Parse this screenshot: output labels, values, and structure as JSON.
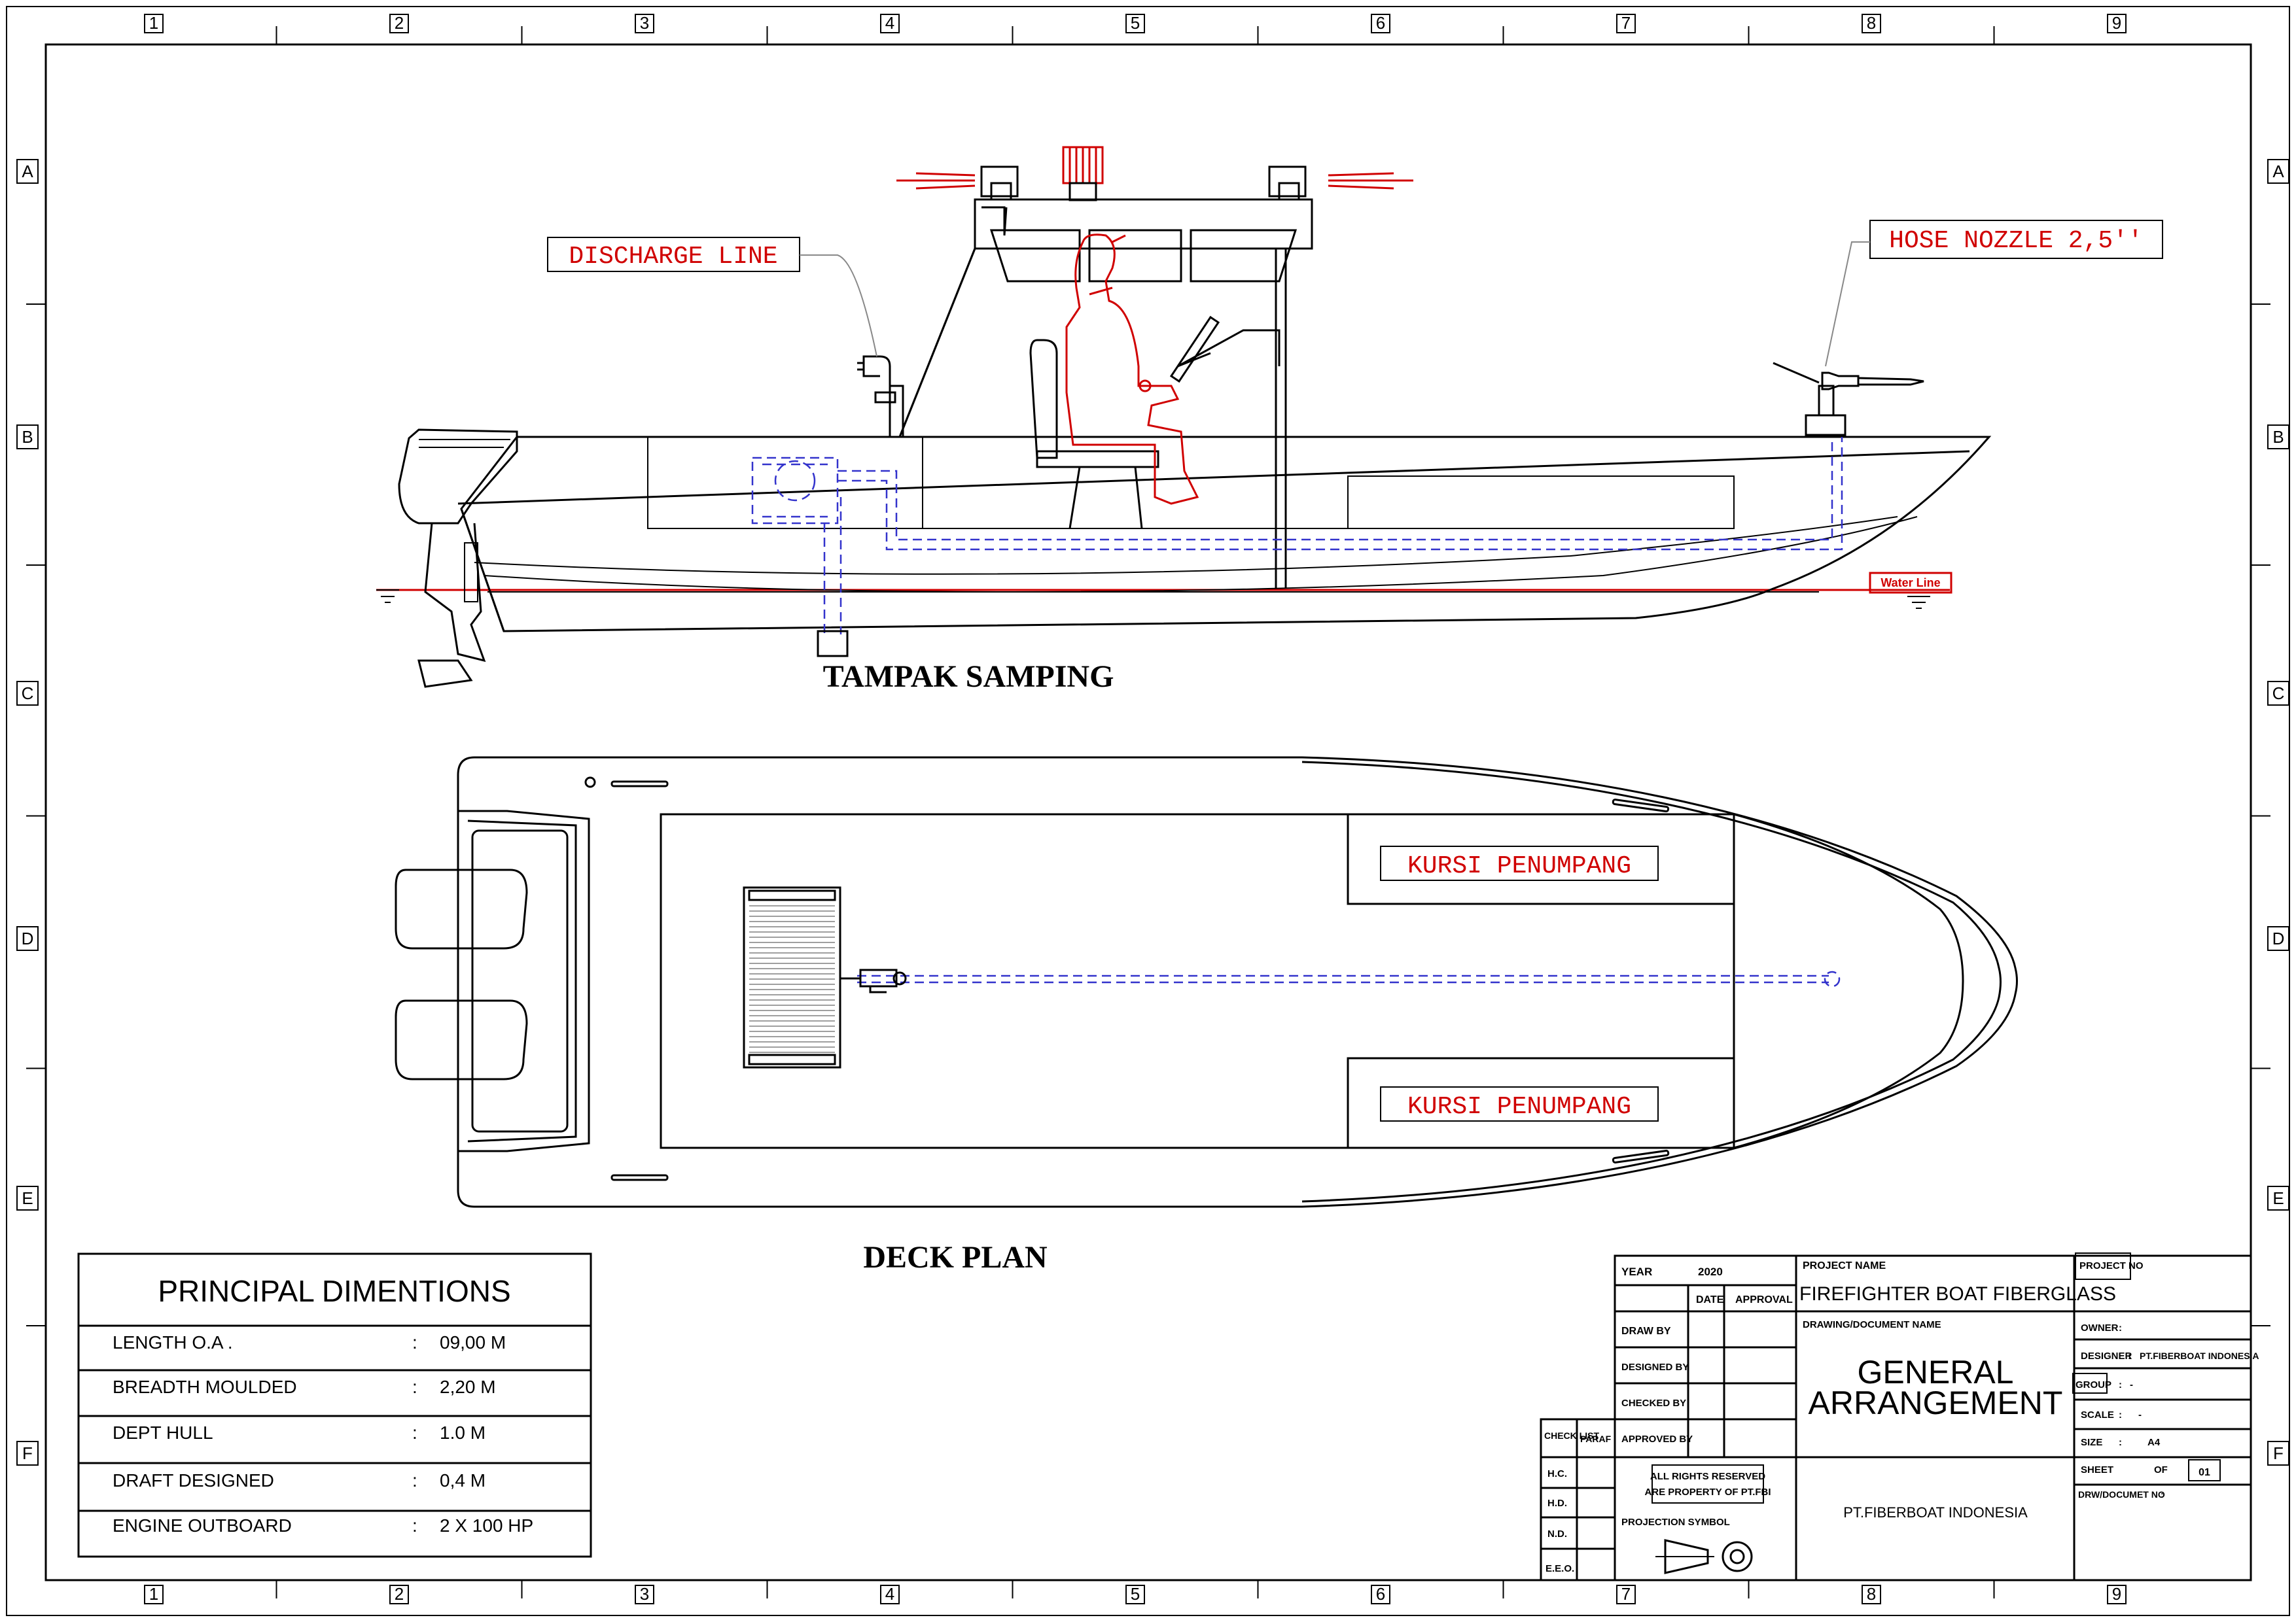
{
  "frame": {
    "col_labels": [
      "1",
      "2",
      "3",
      "4",
      "5",
      "6",
      "7",
      "8",
      "9"
    ],
    "row_labels": [
      "A",
      "B",
      "C",
      "D",
      "E",
      "F"
    ]
  },
  "views": {
    "side_title": "TAMPAK SAMPING",
    "deck_title": "DECK PLAN"
  },
  "callouts": {
    "discharge": "DISCHARGE LINE",
    "nozzle": "HOSE NOZZLE 2,5''",
    "water_line": "Water Line",
    "seat_top": "KURSI PENUMPANG",
    "seat_bottom": "KURSI PENUMPANG"
  },
  "dimensions": {
    "title": "PRINCIPAL DIMENTIONS",
    "rows": [
      {
        "label": "LENGTH O.A .",
        "value": "09,00 M"
      },
      {
        "label": "BREADTH MOULDED",
        "value": "2,20 M"
      },
      {
        "label": "DEPT HULL",
        "value": "1.0 M"
      },
      {
        "label": "DRAFT DESIGNED",
        "value": "0,4 M"
      },
      {
        "label": "ENGINE OUTBOARD",
        "value": "2 X 100 HP"
      }
    ]
  },
  "title_block": {
    "year_label": "YEAR",
    "year_value": "2020",
    "date_label": "DATE",
    "approval_label": "APPROVAL",
    "draw_by": "DRAW BY",
    "designed_by": "DESIGNED BY",
    "checked_by": "CHECKED BY",
    "approved_by": "APPROVED BY",
    "check_list": "CHECK LIST",
    "paraf": "PARAF",
    "check_rows": [
      "H.C.",
      "H.D.",
      "N.D.",
      "E.E.O."
    ],
    "rights_1": "ALL RIGHTS RESERVED",
    "rights_2": "ARE PROPERTY OF PT.FBI",
    "projection": "PROJECTION SYMBOL",
    "project_name_label": "PROJECT NAME",
    "project_name": "FIREFIGHTER BOAT FIBERGLASS",
    "drawing_label": "DRAWING/DOCUMENT NAME",
    "drawing_name_1": "GENERAL",
    "drawing_name_2": "ARRANGEMENT",
    "company": "PT.FIBERBOAT INDONESIA",
    "project_no": "PROJECT NO",
    "owner": "OWNER",
    "designer": "DESIGNER",
    "designer_value": "PT.FIBERBOAT INDONESIA",
    "group": "GROUP",
    "group_value": "-",
    "scale": "SCALE",
    "scale_value": "-",
    "size": "SIZE",
    "size_value": "A4",
    "sheet": "SHEET",
    "of": "OF",
    "sheet_value": "01",
    "drw_no": "DRW/DOCUMET NO"
  },
  "colors": {
    "line": "#000000",
    "annotation": "#d00000",
    "piping": "#3333cc"
  }
}
